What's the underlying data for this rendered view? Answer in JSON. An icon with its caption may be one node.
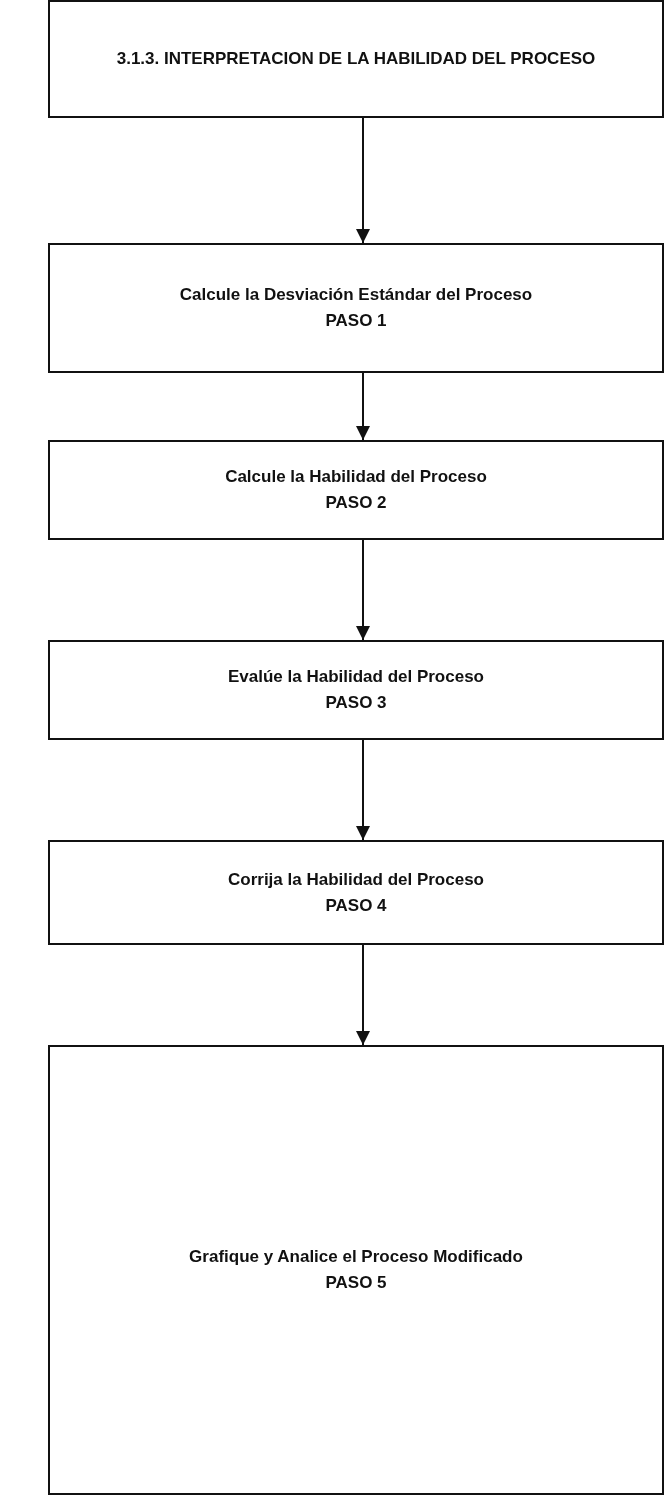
{
  "diagram": {
    "nodes": [
      {
        "text": [
          "3.1.3. INTERPRETACION DE LA HABILIDAD DEL PROCESO"
        ]
      },
      {
        "text": [
          "Calcule la Desviación Estándar del Proceso",
          "PASO 1"
        ]
      },
      {
        "text": [
          "Calcule la Habilidad del Proceso",
          "PASO 2"
        ]
      },
      {
        "text": [
          "Evalúe la Habilidad del Proceso",
          "PASO 3"
        ]
      },
      {
        "text": [
          "Corrija la Habilidad del Proceso",
          "PASO 4"
        ]
      },
      {
        "text": [
          "Grafique y Analice el Proceso Modificado",
          "PASO 5"
        ]
      }
    ],
    "edges": [
      {
        "from": 0,
        "to": 1,
        "arrow": "to"
      },
      {
        "from": 1,
        "to": 2,
        "arrow": "to"
      },
      {
        "from": 2,
        "to": 3,
        "arrow": "to"
      },
      {
        "from": 3,
        "to": 4,
        "arrow": "to"
      },
      {
        "from": 4,
        "to": 5,
        "arrow": "to"
      }
    ]
  }
}
